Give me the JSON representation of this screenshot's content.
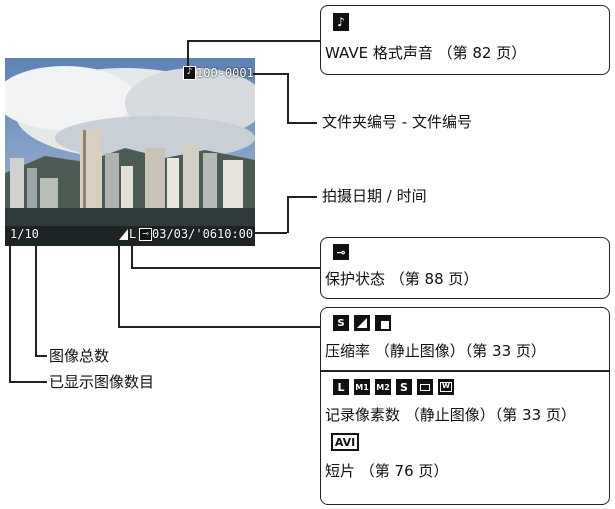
{
  "screen": {
    "file_number": "100-0001",
    "image_counter": "1/10",
    "quality_size": "L",
    "date": "03/03/'06",
    "time": "10:00"
  },
  "callouts": {
    "wave": "WAVE 格式声音 （第 82 页）",
    "folder_file": "文件夹编号 - 文件编号",
    "datetime": "拍摄日期 / 时间",
    "protect": "保护状态 （第 88 页）",
    "compression": "压缩率 （静止图像）（第 33 页）",
    "pixels": "记录像素数 （静止图像）（第 33 页）",
    "movie": "短片 （第 76 页）",
    "total_images": "图像总数",
    "displayed_image": "已显示图像数目"
  },
  "icons": {
    "pixels": [
      "L",
      "M1",
      "M2",
      "S"
    ],
    "movie": "AVI"
  }
}
